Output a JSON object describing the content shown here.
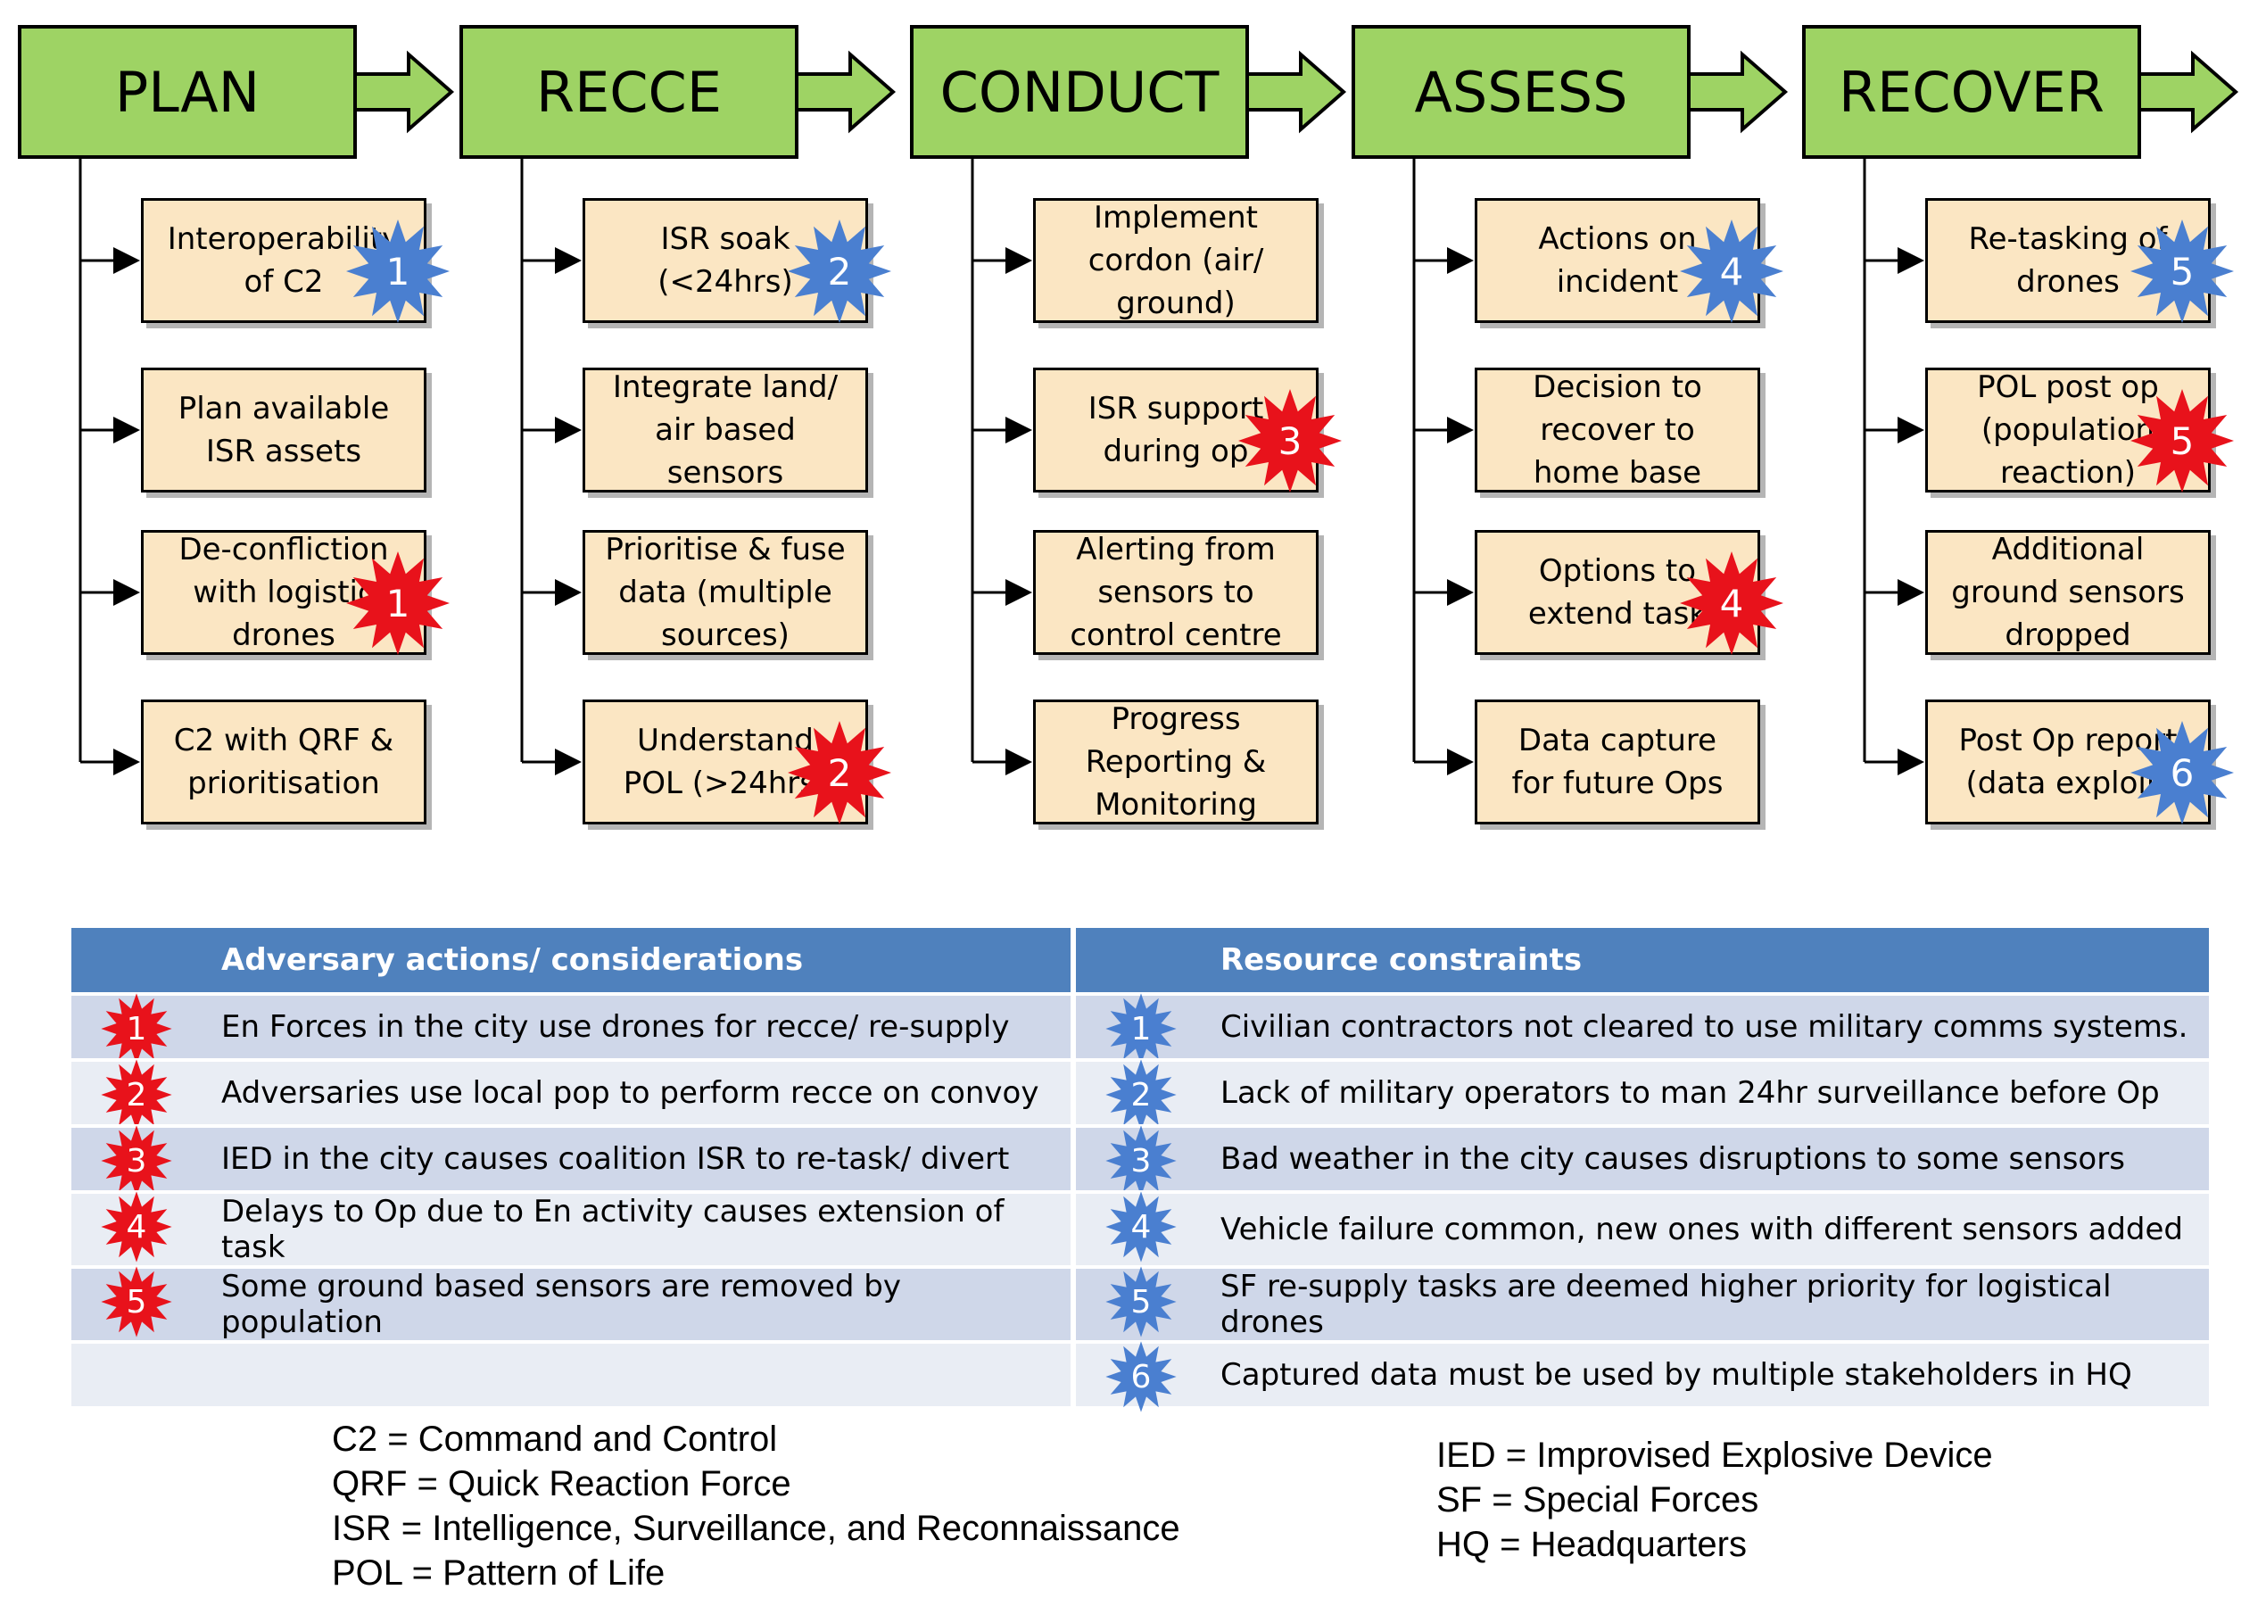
{
  "phases": [
    {
      "label": "PLAN"
    },
    {
      "label": "RECCE"
    },
    {
      "label": "CONDUCT"
    },
    {
      "label": "ASSESS"
    },
    {
      "label": "RECOVER"
    }
  ],
  "steps": [
    [
      {
        "text": "Interoperability\nof C2",
        "badge": {
          "num": "1",
          "type": "resource"
        }
      },
      {
        "text": "Plan available\nISR assets"
      },
      {
        "text": "De-confliction\nwith logistic\ndrones",
        "badge": {
          "num": "1",
          "type": "adversary"
        }
      },
      {
        "text": "C2 with QRF &\nprioritisation"
      }
    ],
    [
      {
        "text": "ISR soak\n(<24hrs)",
        "badge": {
          "num": "2",
          "type": "resource"
        }
      },
      {
        "text": "Integrate land/\nair based\nsensors"
      },
      {
        "text": "Prioritise & fuse\ndata (multiple\nsources)"
      },
      {
        "text": "Understand\nPOL (>24hrs)",
        "badge": {
          "num": "2",
          "type": "adversary"
        }
      }
    ],
    [
      {
        "text": "Implement\ncordon (air/\nground)"
      },
      {
        "text": "ISR support\nduring op",
        "badge": {
          "num": "3",
          "type": "adversary"
        }
      },
      {
        "text": "Alerting from\nsensors to\ncontrol centre"
      },
      {
        "text": "Progress\nReporting &\nMonitoring"
      }
    ],
    [
      {
        "text": "Actions on\nincident",
        "badge": {
          "num": "4",
          "type": "resource"
        }
      },
      {
        "text": "Decision to\nrecover to\nhome base"
      },
      {
        "text": "Options to\nextend task",
        "badge": {
          "num": "4",
          "type": "adversary"
        }
      },
      {
        "text": "Data capture\nfor future Ops"
      }
    ],
    [
      {
        "text": "Re-tasking of\ndrones",
        "badge": {
          "num": "5",
          "type": "resource"
        }
      },
      {
        "text": "POL post op\n(population\nreaction)",
        "badge": {
          "num": "5",
          "type": "adversary"
        }
      },
      {
        "text": "Additional\nground sensors\ndropped"
      },
      {
        "text": "Post Op report\n(data exploit)",
        "badge": {
          "num": "6",
          "type": "resource"
        }
      }
    ]
  ],
  "legend": {
    "adversary_header": "Adversary actions/ considerations",
    "resource_header": "Resource constraints",
    "rows": [
      {
        "a_num": "1",
        "a_text": "En Forces in the city use drones for recce/ re-supply",
        "r_num": "1",
        "r_text": "Civilian contractors not cleared to use military comms systems."
      },
      {
        "a_num": "2",
        "a_text": "Adversaries use local pop to perform recce on convoy",
        "r_num": "2",
        "r_text": "Lack of military operators to man 24hr surveillance before Op"
      },
      {
        "a_num": "3",
        "a_text": "IED in the city causes coalition ISR to re-task/ divert",
        "r_num": "3",
        "r_text": "Bad weather in the city causes disruptions to some sensors"
      },
      {
        "a_num": "4",
        "a_text": "Delays to Op due to En activity causes extension of task",
        "r_num": "4",
        "r_text": "Vehicle failure common, new ones with different sensors added"
      },
      {
        "a_num": "5",
        "a_text": "Some ground based sensors are removed by population",
        "r_num": "5",
        "r_text": "SF re-supply tasks are deemed higher priority for logistical drones"
      },
      {
        "a_num": "",
        "a_text": "",
        "r_num": "6",
        "r_text": "Captured data must be used by multiple stakeholders in HQ"
      }
    ]
  },
  "abbreviations_left": [
    "C2 = Command and Control",
    "QRF = Quick Reaction Force",
    "ISR = Intelligence, Surveillance, and Reconnaissance",
    "POL = Pattern of Life"
  ],
  "abbreviations_right": [
    "IED = Improvised Explosive Device",
    "SF = Special Forces",
    "HQ = Headquarters"
  ],
  "colors": {
    "phase_fill": "#9ed364",
    "step_fill": "#fbe6c3",
    "adversary_star": "#e8121b",
    "resource_star": "#4a7fd0",
    "header_blue": "#4f81bd"
  }
}
